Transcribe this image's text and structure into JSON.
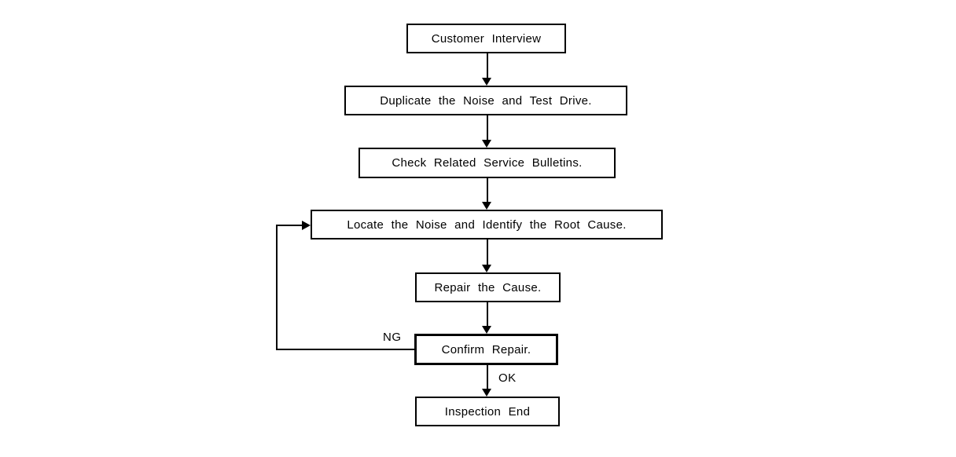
{
  "diagram": {
    "type": "flowchart",
    "nodes": [
      {
        "id": "customer-interview",
        "label": "Customer Interview"
      },
      {
        "id": "duplicate-noise-test-drive",
        "label": "Duplicate the Noise and Test Drive."
      },
      {
        "id": "check-service-bulletins",
        "label": "Check Related Service Bulletins."
      },
      {
        "id": "locate-noise-root-cause",
        "label": "Locate the Noise and Identify the Root Cause."
      },
      {
        "id": "repair-cause",
        "label": "Repair the Cause."
      },
      {
        "id": "confirm-repair",
        "label": "Confirm Repair."
      },
      {
        "id": "inspection-end",
        "label": "Inspection End"
      }
    ],
    "edges": [
      {
        "from": "customer-interview",
        "to": "duplicate-noise-test-drive",
        "label": ""
      },
      {
        "from": "duplicate-noise-test-drive",
        "to": "check-service-bulletins",
        "label": ""
      },
      {
        "from": "check-service-bulletins",
        "to": "locate-noise-root-cause",
        "label": ""
      },
      {
        "from": "locate-noise-root-cause",
        "to": "repair-cause",
        "label": ""
      },
      {
        "from": "repair-cause",
        "to": "confirm-repair",
        "label": ""
      },
      {
        "from": "confirm-repair",
        "to": "inspection-end",
        "label": "OK"
      },
      {
        "from": "confirm-repair",
        "to": "locate-noise-root-cause",
        "label": "NG"
      }
    ],
    "edge_labels": {
      "ng": "NG",
      "ok": "OK"
    },
    "colors": {
      "line": "#000000",
      "box_fill": "#ffffff",
      "background": "#ffffff",
      "text": "#000000"
    }
  }
}
